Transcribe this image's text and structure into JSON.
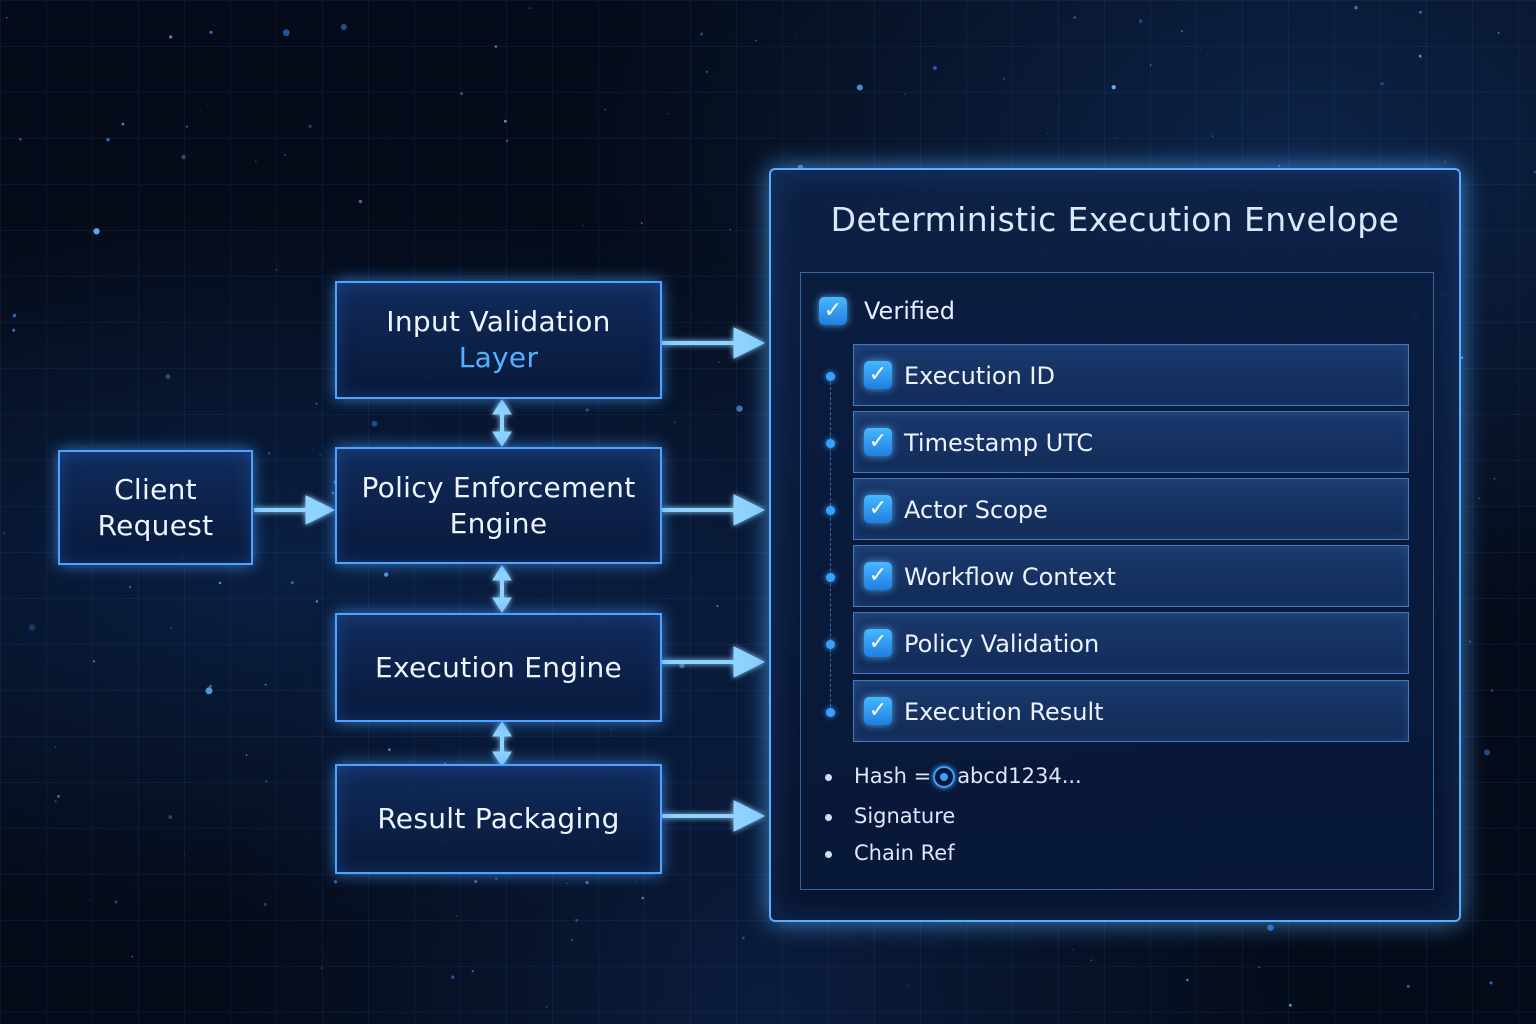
{
  "diagram": {
    "nodes": {
      "client": {
        "line1": "Client",
        "line2": "Request"
      },
      "input_validation": {
        "line1": "Input Validation",
        "line2": "Layer"
      },
      "policy": {
        "line1": "Policy Enforcement",
        "line2": "Engine"
      },
      "execution": {
        "label": "Execution Engine"
      },
      "result": {
        "label": "Result Packaging"
      }
    },
    "envelope": {
      "title": "Deterministic Execution Envelope",
      "verified_label": "Verified",
      "items": [
        {
          "label": "Execution ID"
        },
        {
          "label": "Timestamp UTC"
        },
        {
          "label": "Actor Scope"
        },
        {
          "label": "Workflow Context"
        },
        {
          "label": "Policy Validation"
        },
        {
          "label": "Execution Result"
        }
      ],
      "hash_label": "Hash =",
      "hash_value": "abcd1234...",
      "signature_label": "Signature",
      "chain_label": "Chain Ref"
    },
    "colors": {
      "accent": "#4fa3ff",
      "glow": "#8fd3ff",
      "background": "#050b18"
    }
  }
}
